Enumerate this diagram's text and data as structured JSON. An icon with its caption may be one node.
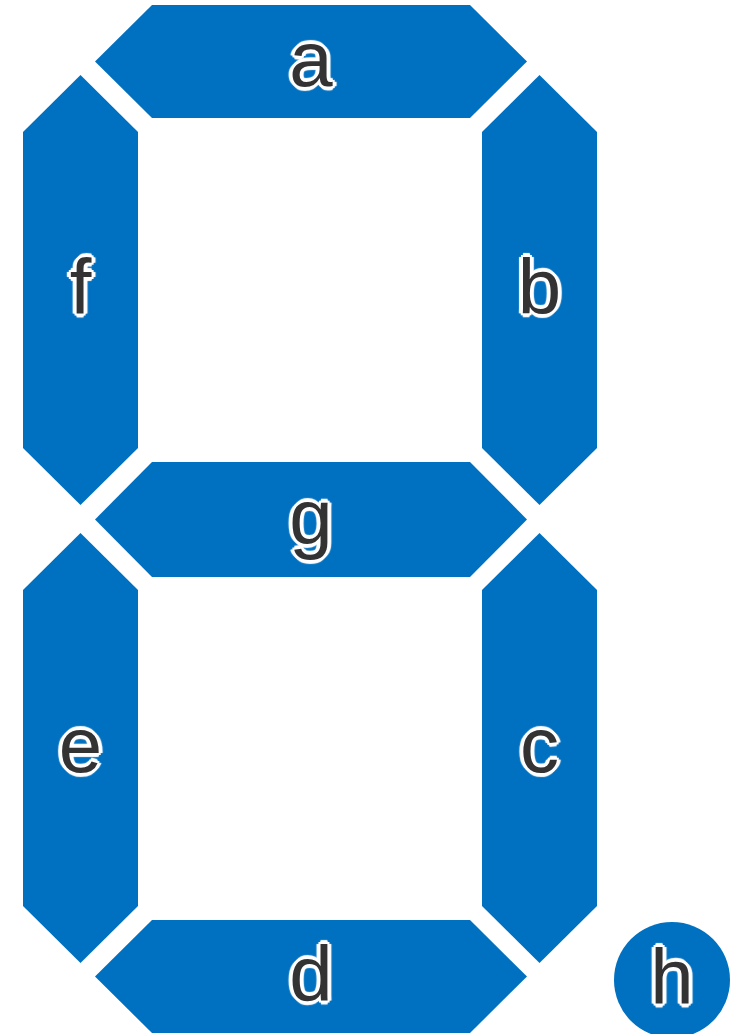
{
  "diagram": {
    "nodes": [
      {
        "text": [
          "a"
        ]
      },
      {
        "text": [
          "f"
        ]
      },
      {
        "text": [
          "b"
        ]
      },
      {
        "text": [
          "g"
        ]
      },
      {
        "text": [
          "e"
        ]
      },
      {
        "text": [
          "c"
        ]
      },
      {
        "text": [
          "d"
        ]
      },
      {
        "text": [
          "h"
        ]
      }
    ]
  }
}
